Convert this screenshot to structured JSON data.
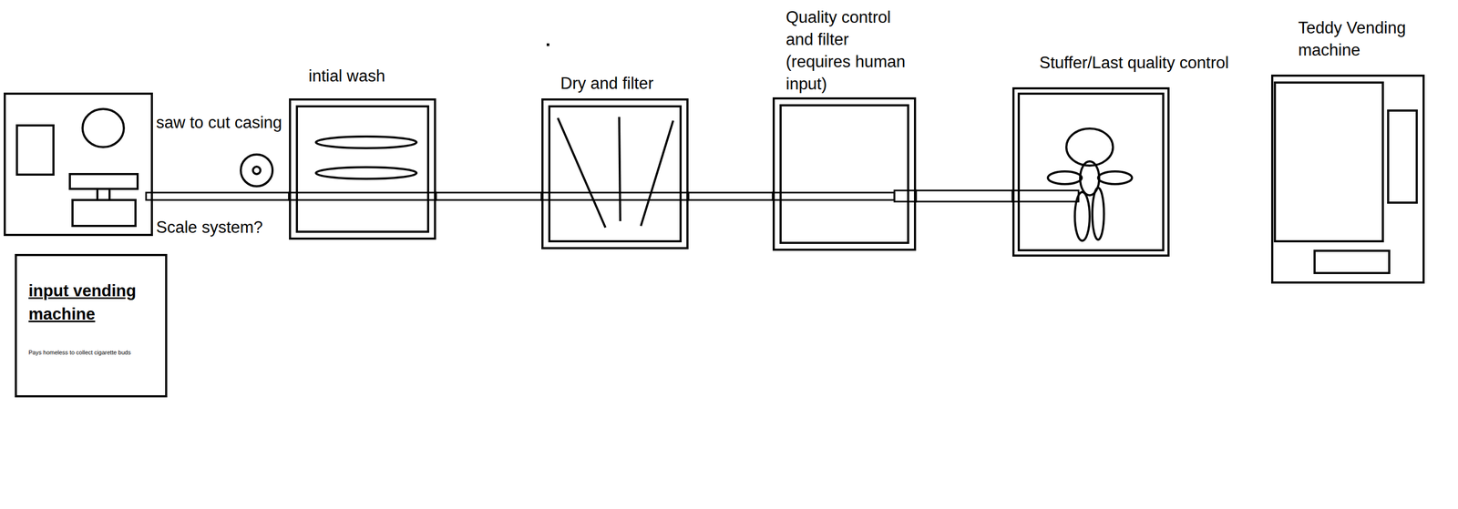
{
  "diagram": {
    "nodes": [
      {
        "text": [
          "input vending machine",
          "Pays homeless to collect cigarette buds"
        ]
      },
      {
        "text": [
          "intial wash"
        ]
      },
      {
        "text": [
          "Dry and filter"
        ]
      },
      {
        "text": [
          "Quality control and filter (requires human input)"
        ]
      },
      {
        "text": [
          "Stuffer/Last quality control"
        ]
      },
      {
        "text": [
          "Teddy Vending machine"
        ]
      }
    ],
    "edges": [
      {
        "from": 1,
        "to": 2,
        "arrow": "none"
      },
      {
        "from": 2,
        "to": 3,
        "arrow": "none"
      },
      {
        "from": 3,
        "to": 4,
        "arrow": "none"
      }
    ],
    "labels": [
      "saw to cut casing",
      "Scale system?"
    ]
  }
}
